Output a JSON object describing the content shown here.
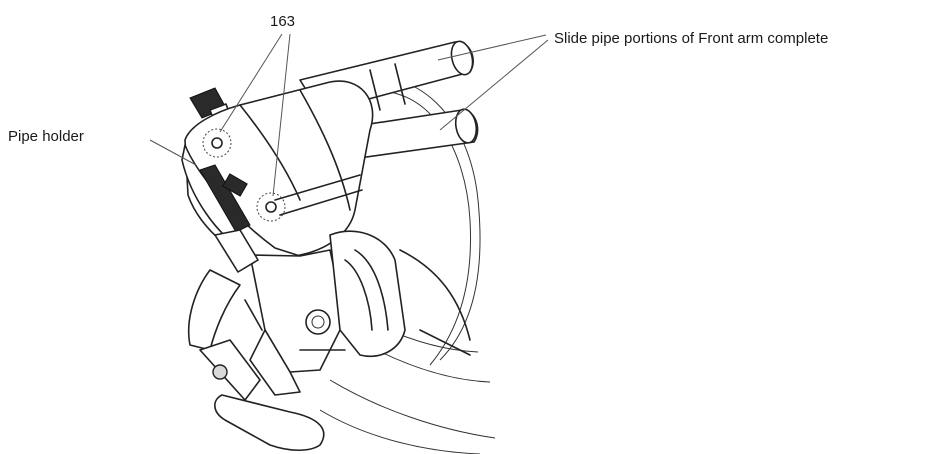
{
  "figure": {
    "labels": {
      "part_number": "163",
      "pipe_holder": "Pipe holder",
      "slide_pipe": "Slide pipe portions of Front arm complete"
    }
  }
}
